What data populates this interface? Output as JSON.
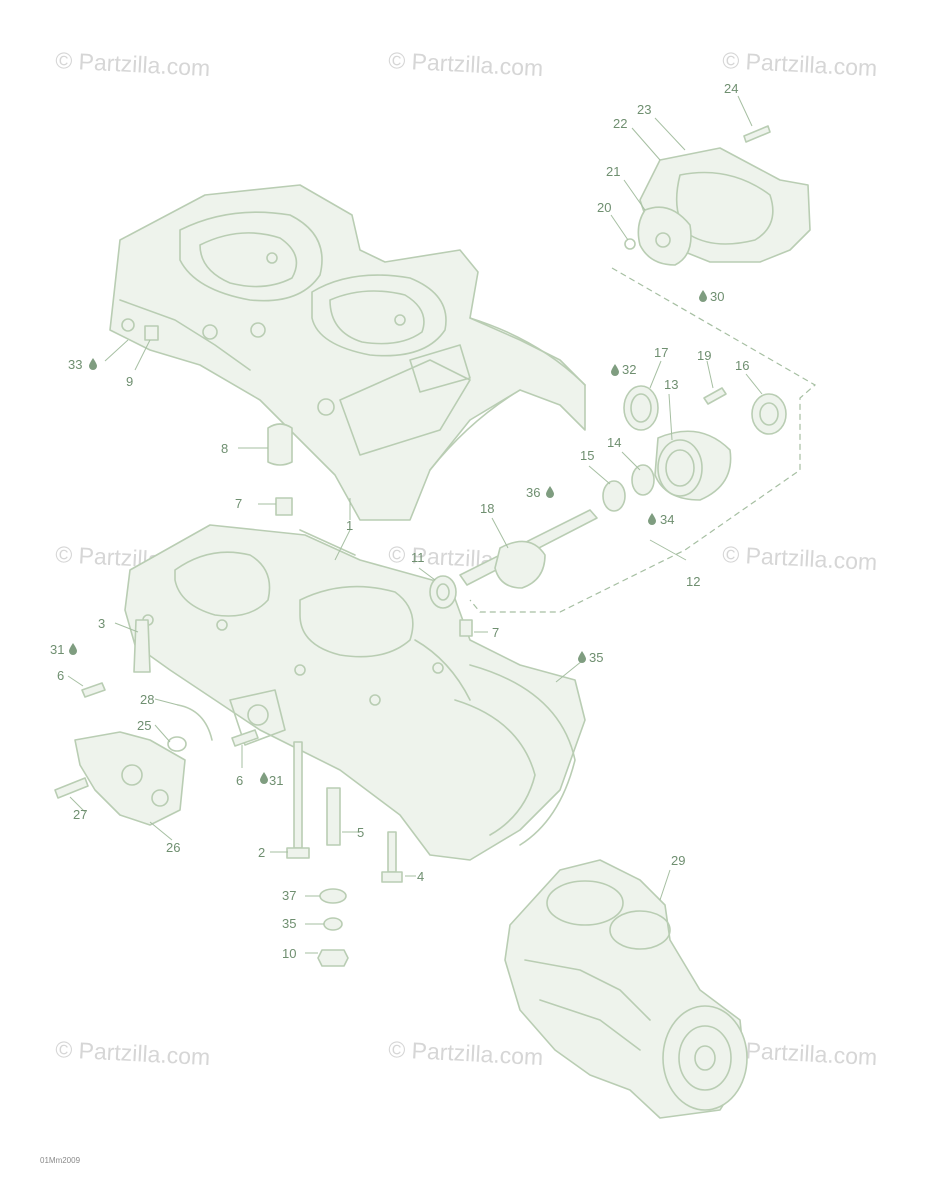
{
  "watermark": "© Partzilla.com",
  "reference_code": "01Mm2009",
  "callouts": {
    "c1": "1",
    "c2": "2",
    "c3": "3",
    "c4": "4",
    "c5": "5",
    "c6a": "6",
    "c6b": "6",
    "c7a": "7",
    "c7b": "7",
    "c8": "8",
    "c9": "9",
    "c10": "10",
    "c11": "11",
    "c12": "12",
    "c13": "13",
    "c14": "14",
    "c15": "15",
    "c16": "16",
    "c17": "17",
    "c18": "18",
    "c19": "19",
    "c20": "20",
    "c21": "21",
    "c22": "22",
    "c23": "23",
    "c24": "24",
    "c25": "25",
    "c26": "26",
    "c27": "27",
    "c28": "28",
    "c29": "29",
    "c30": "30",
    "c31a": "31",
    "c31b": "31",
    "c32": "32",
    "c33": "33",
    "c34": "34",
    "c35a": "35",
    "c35b": "35",
    "c36": "36",
    "c37": "37"
  },
  "colors": {
    "line_art": "#b9cdb3",
    "callout_text": "#6f8f70",
    "watermark": "#d6d6d6"
  }
}
